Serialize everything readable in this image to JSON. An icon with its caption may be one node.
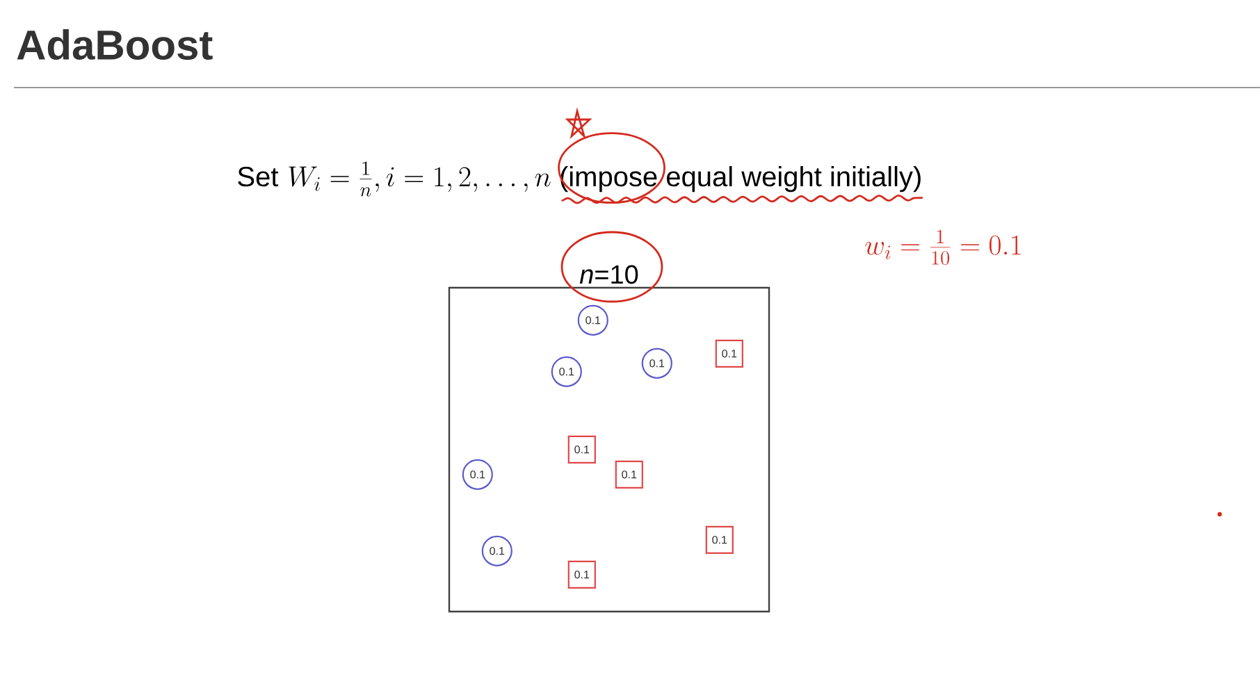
{
  "diagram": {
    "title": "AdaBoost",
    "nodes": [
      {
        "text": [
          "*n*=10"
        ]
      },
      {
        "text": [
          "0.1"
        ],
        "in": 0
      },
      {
        "text": [
          "0.1"
        ],
        "in": 0
      },
      {
        "text": [
          "0.1"
        ],
        "in": 0
      },
      {
        "text": [
          "0.1"
        ],
        "in": 0
      },
      {
        "text": [
          "0.1"
        ],
        "in": 0
      },
      {
        "text": [
          "0.1"
        ],
        "in": 0
      },
      {
        "text": [
          "0.1"
        ],
        "in": 0
      },
      {
        "text": [
          "0.1"
        ],
        "in": 0
      },
      {
        "text": [
          "0.1"
        ],
        "in": 0
      },
      {
        "text": [
          "0.1"
        ],
        "in": 0
      }
    ],
    "edges": [],
    "labels": [
      "Set",
      "W_i = \\frac{1}{n}, i = 1,2, \\ldots, n",
      "(impose equal weight initially)",
      "w_i = \\frac{1}{10} = 0.1"
    ]
  }
}
